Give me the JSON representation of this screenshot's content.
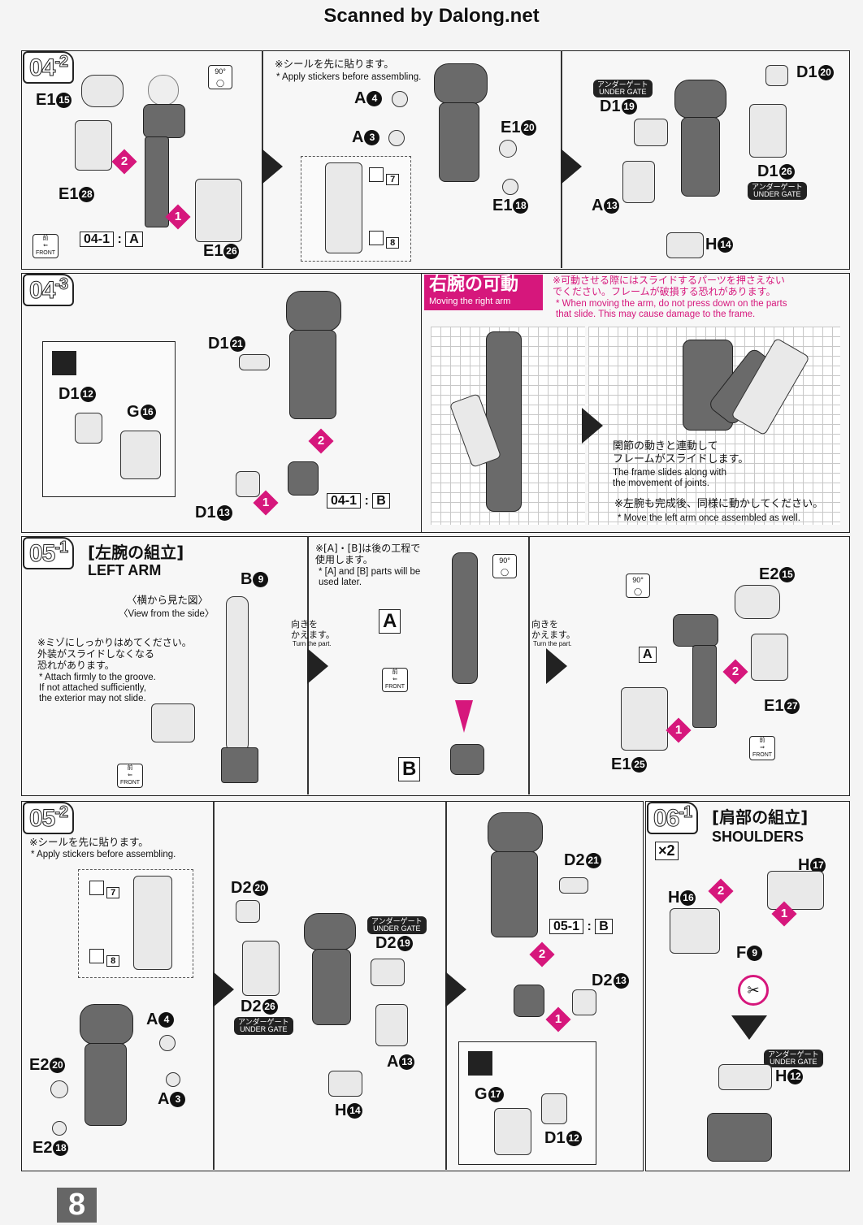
{
  "header": {
    "scan_credit": "Scanned by Dalong.net"
  },
  "page_number": "8",
  "parts": {
    "E1_15": "E1",
    "D1_20": "D1",
    "D1_19": "D1",
    "A4": "A",
    "A3": "A",
    "E1_20": "E1",
    "E1_18": "E1",
    "E1_28": "E1",
    "E1_26": "E1",
    "D1_26": "D1",
    "A13": "A",
    "H14": "H",
    "D1_21": "D1",
    "D1_12": "D1",
    "G16": "G",
    "D1_13": "D1",
    "B9": "B",
    "E2_15": "E2",
    "E1_27": "E1",
    "E1_25": "E1",
    "E2_20": "E2",
    "E2_18": "E2",
    "D2_20": "D2",
    "D2_19": "D2",
    "D2_26": "D2",
    "D2_21": "D2",
    "D2_13": "D2",
    "G17": "G",
    "D1_12b": "D1",
    "H17": "H",
    "H16": "H",
    "F9": "F",
    "H12": "H",
    "A4b": "A",
    "A3b": "A",
    "A13b": "A",
    "H14b": "H"
  },
  "nums": {
    "n15": "15",
    "n20": "20",
    "n19": "19",
    "n4": "4",
    "n3": "3",
    "n18": "18",
    "n28": "28",
    "n26": "26",
    "n13": "13",
    "n14": "14",
    "n21": "21",
    "n12": "12",
    "n16": "16",
    "n9": "9",
    "n27": "27",
    "n25": "25",
    "n17": "17"
  },
  "steps": {
    "s04_2": {
      "main": "04",
      "sub": "2"
    },
    "s04_3": {
      "main": "04",
      "sub": "3"
    },
    "s05_1": {
      "main": "05",
      "sub": "1"
    },
    "s05_2": {
      "main": "05",
      "sub": "2"
    },
    "s06_1": {
      "main": "06",
      "sub": "1"
    }
  },
  "sec04_2": {
    "sticker_note_jp": "※シールを先に貼ります。",
    "sticker_note_en": "* Apply stickers before assembling.",
    "sticker7": "7",
    "sticker8": "8",
    "ref": "04-1",
    "ref_letter": "A",
    "rot": "90°",
    "front": "FRONT",
    "front_jp": "前",
    "under_gate_jp": "アンダーゲート",
    "under_gate_en": "UNDER GATE",
    "order1": "1",
    "order2": "2"
  },
  "sec04_3": {
    "ref": "04-1",
    "ref_letter": "B"
  },
  "moving": {
    "title_jp": "右腕の可動",
    "title_en": "Moving the right arm",
    "warn_jp": "※可動させる際にはスライドするパーツを押さえない\nでください。フレームが破損する恐れがあります。",
    "warn_en": "* When moving the arm, do not press down on the parts\nthat slide. This may cause damage to the frame.",
    "slide_jp": "関節の動きと連動して\nフレームがスライドします。",
    "slide_en": "The frame slides along with\nthe movement of joints.",
    "left_jp": "※左腕も完成後、同様に動かしてください。",
    "left_en": "* Move the left arm once assembled as well."
  },
  "sec05_1": {
    "title_jp": "[左腕の組立]",
    "title_en": "LEFT ARM",
    "side_view_jp": "〈横から見た図〉",
    "side_view_en": "〈View from the side〉",
    "groove_jp": "※ミゾにしっかりはめてください。\n外装がスライドしなくなる\n恐れがあります。",
    "groove_en": "* Attach firmly to the groove.\nIf not attached sufficiently,\nthe exterior may not slide.",
    "later_jp": "※[A]・[B]は後の工程で\n使用します。",
    "later_en": "* [A] and [B] parts will be\nused later.",
    "turn_jp": "向きを\nかえます。",
    "turn_en": "Turn the part.",
    "label_A": "A",
    "label_B": "B"
  },
  "sec05_2": {
    "ref": "05-1",
    "ref_letter": "B"
  },
  "sec06_1": {
    "title_jp": "[肩部の組立]",
    "title_en": "SHOULDERS",
    "times": "×2"
  }
}
